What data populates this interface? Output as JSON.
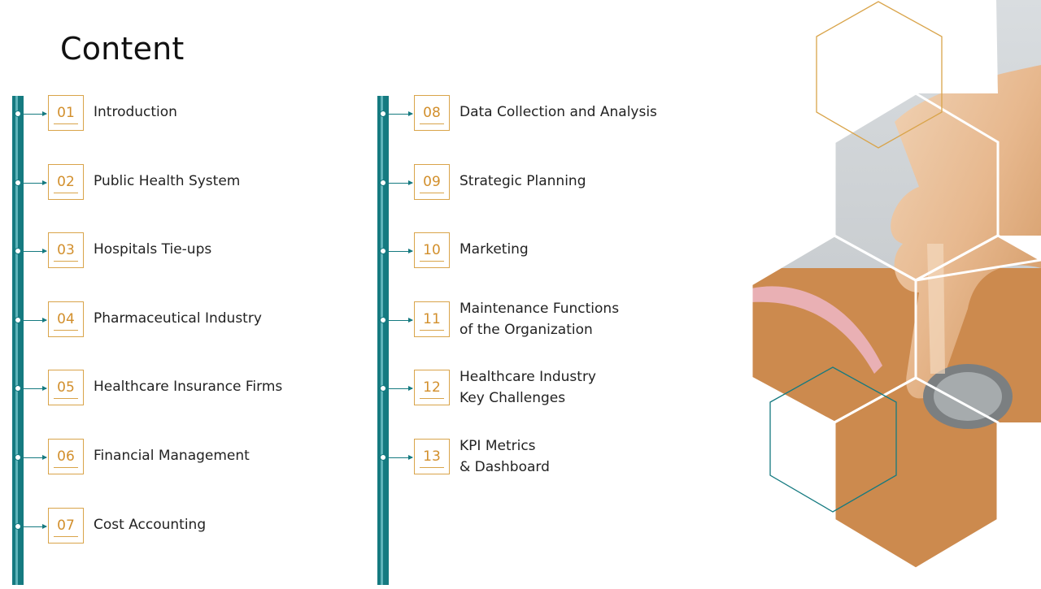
{
  "slide": {
    "title": "Content"
  },
  "left_items": [
    {
      "num": "01",
      "line1": "Introduction",
      "line2": ""
    },
    {
      "num": "02",
      "line1": "Public Health System",
      "line2": ""
    },
    {
      "num": "03",
      "line1": "Hospitals Tie-ups",
      "line2": ""
    },
    {
      "num": "04",
      "line1": "Pharmaceutical Industry",
      "line2": ""
    },
    {
      "num": "05",
      "line1": "Healthcare Insurance Firms",
      "line2": ""
    },
    {
      "num": "06",
      "line1": "Financial Management",
      "line2": ""
    },
    {
      "num": "07",
      "line1": "Cost Accounting",
      "line2": ""
    }
  ],
  "right_items": [
    {
      "num": "08",
      "line1": "Data Collection and Analysis",
      "line2": ""
    },
    {
      "num": "09",
      "line1": "Strategic Planning",
      "line2": ""
    },
    {
      "num": "10",
      "line1": "Marketing",
      "line2": ""
    },
    {
      "num": "11",
      "line1": "Maintenance Functions",
      "line2": "of the Organization"
    },
    {
      "num": "12",
      "line1": "Healthcare Industry",
      "line2": "Key Challenges"
    },
    {
      "num": "13",
      "line1": "KPI Metrics",
      "line2": "& Dashboard"
    }
  ],
  "colors": {
    "teal": "#157a80",
    "gold": "#d28f2c"
  },
  "image": {
    "icon": "stethoscope-hand-photo-hexagons"
  }
}
